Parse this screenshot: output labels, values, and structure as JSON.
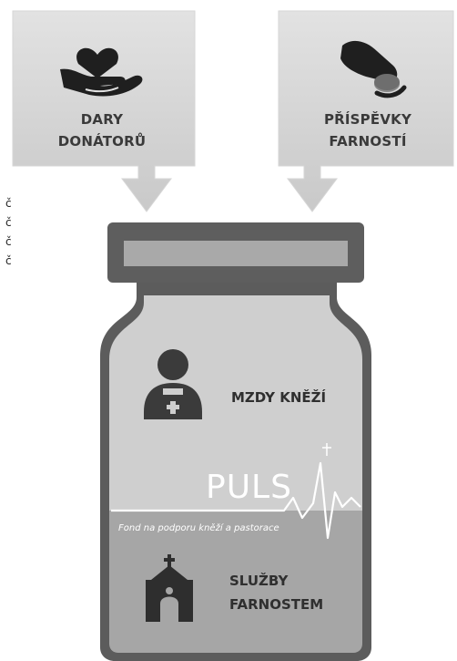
{
  "top_left_box": {
    "line1": "DARY",
    "line2": "DONÁTORŮ"
  },
  "top_right_box": {
    "line1": "PŘÍSPĚVKY",
    "line2": "FARNOSTÍ"
  },
  "jar": {
    "mzdy": "MZDY KNĚŽÍ",
    "puls_title": "PULS",
    "puls_subtitle": "Fond na podporu kněží a pastorace",
    "sluzby_line1": "SLUŽBY",
    "sluzby_line2": "FARNOSTEM"
  },
  "side_chars": [
    "č",
    "č",
    "č",
    "č"
  ]
}
